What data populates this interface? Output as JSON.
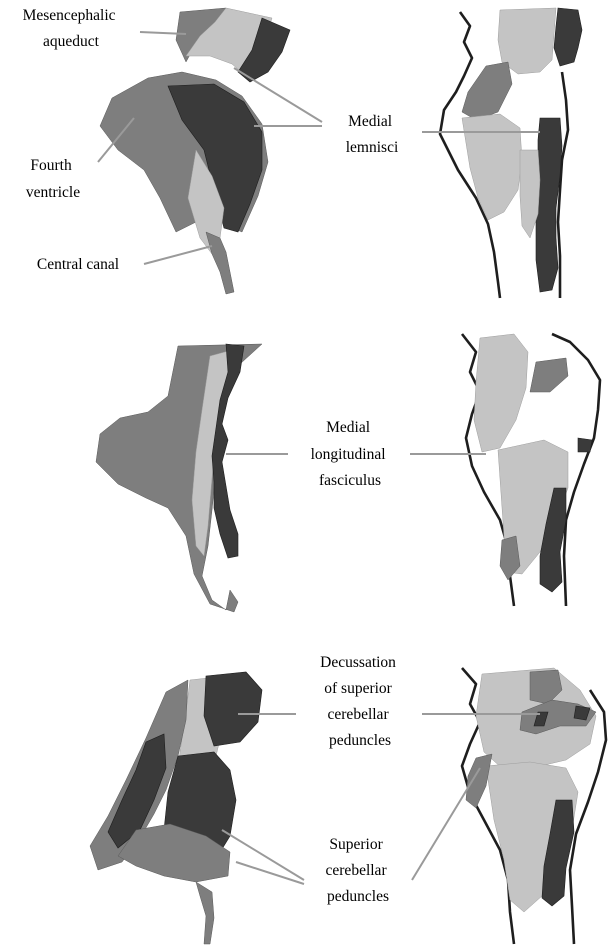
{
  "colors": {
    "dark": "#3a3a3a",
    "mid": "#7e7e7e",
    "light": "#c4c4c4",
    "outline": "#1e1e1e",
    "leader": "#9a9a9a"
  },
  "labels": {
    "mesencephalic_aqueduct": [
      "Mesencephalic",
      "aqueduct"
    ],
    "medial_lemnisci": [
      "Medial",
      "lemnisci"
    ],
    "fourth_ventricle": [
      "Fourth",
      "ventricle"
    ],
    "central_canal": [
      "Central canal"
    ],
    "medial_longitudinal_fasciculus": [
      "Medial",
      "longitudinal",
      "fasciculus"
    ],
    "decussation": [
      "Decussation",
      "of superior",
      "cerebellar",
      "peduncles"
    ],
    "superior_cerebellar_peduncles": [
      "Superior",
      "cerebellar",
      "peduncles"
    ]
  }
}
